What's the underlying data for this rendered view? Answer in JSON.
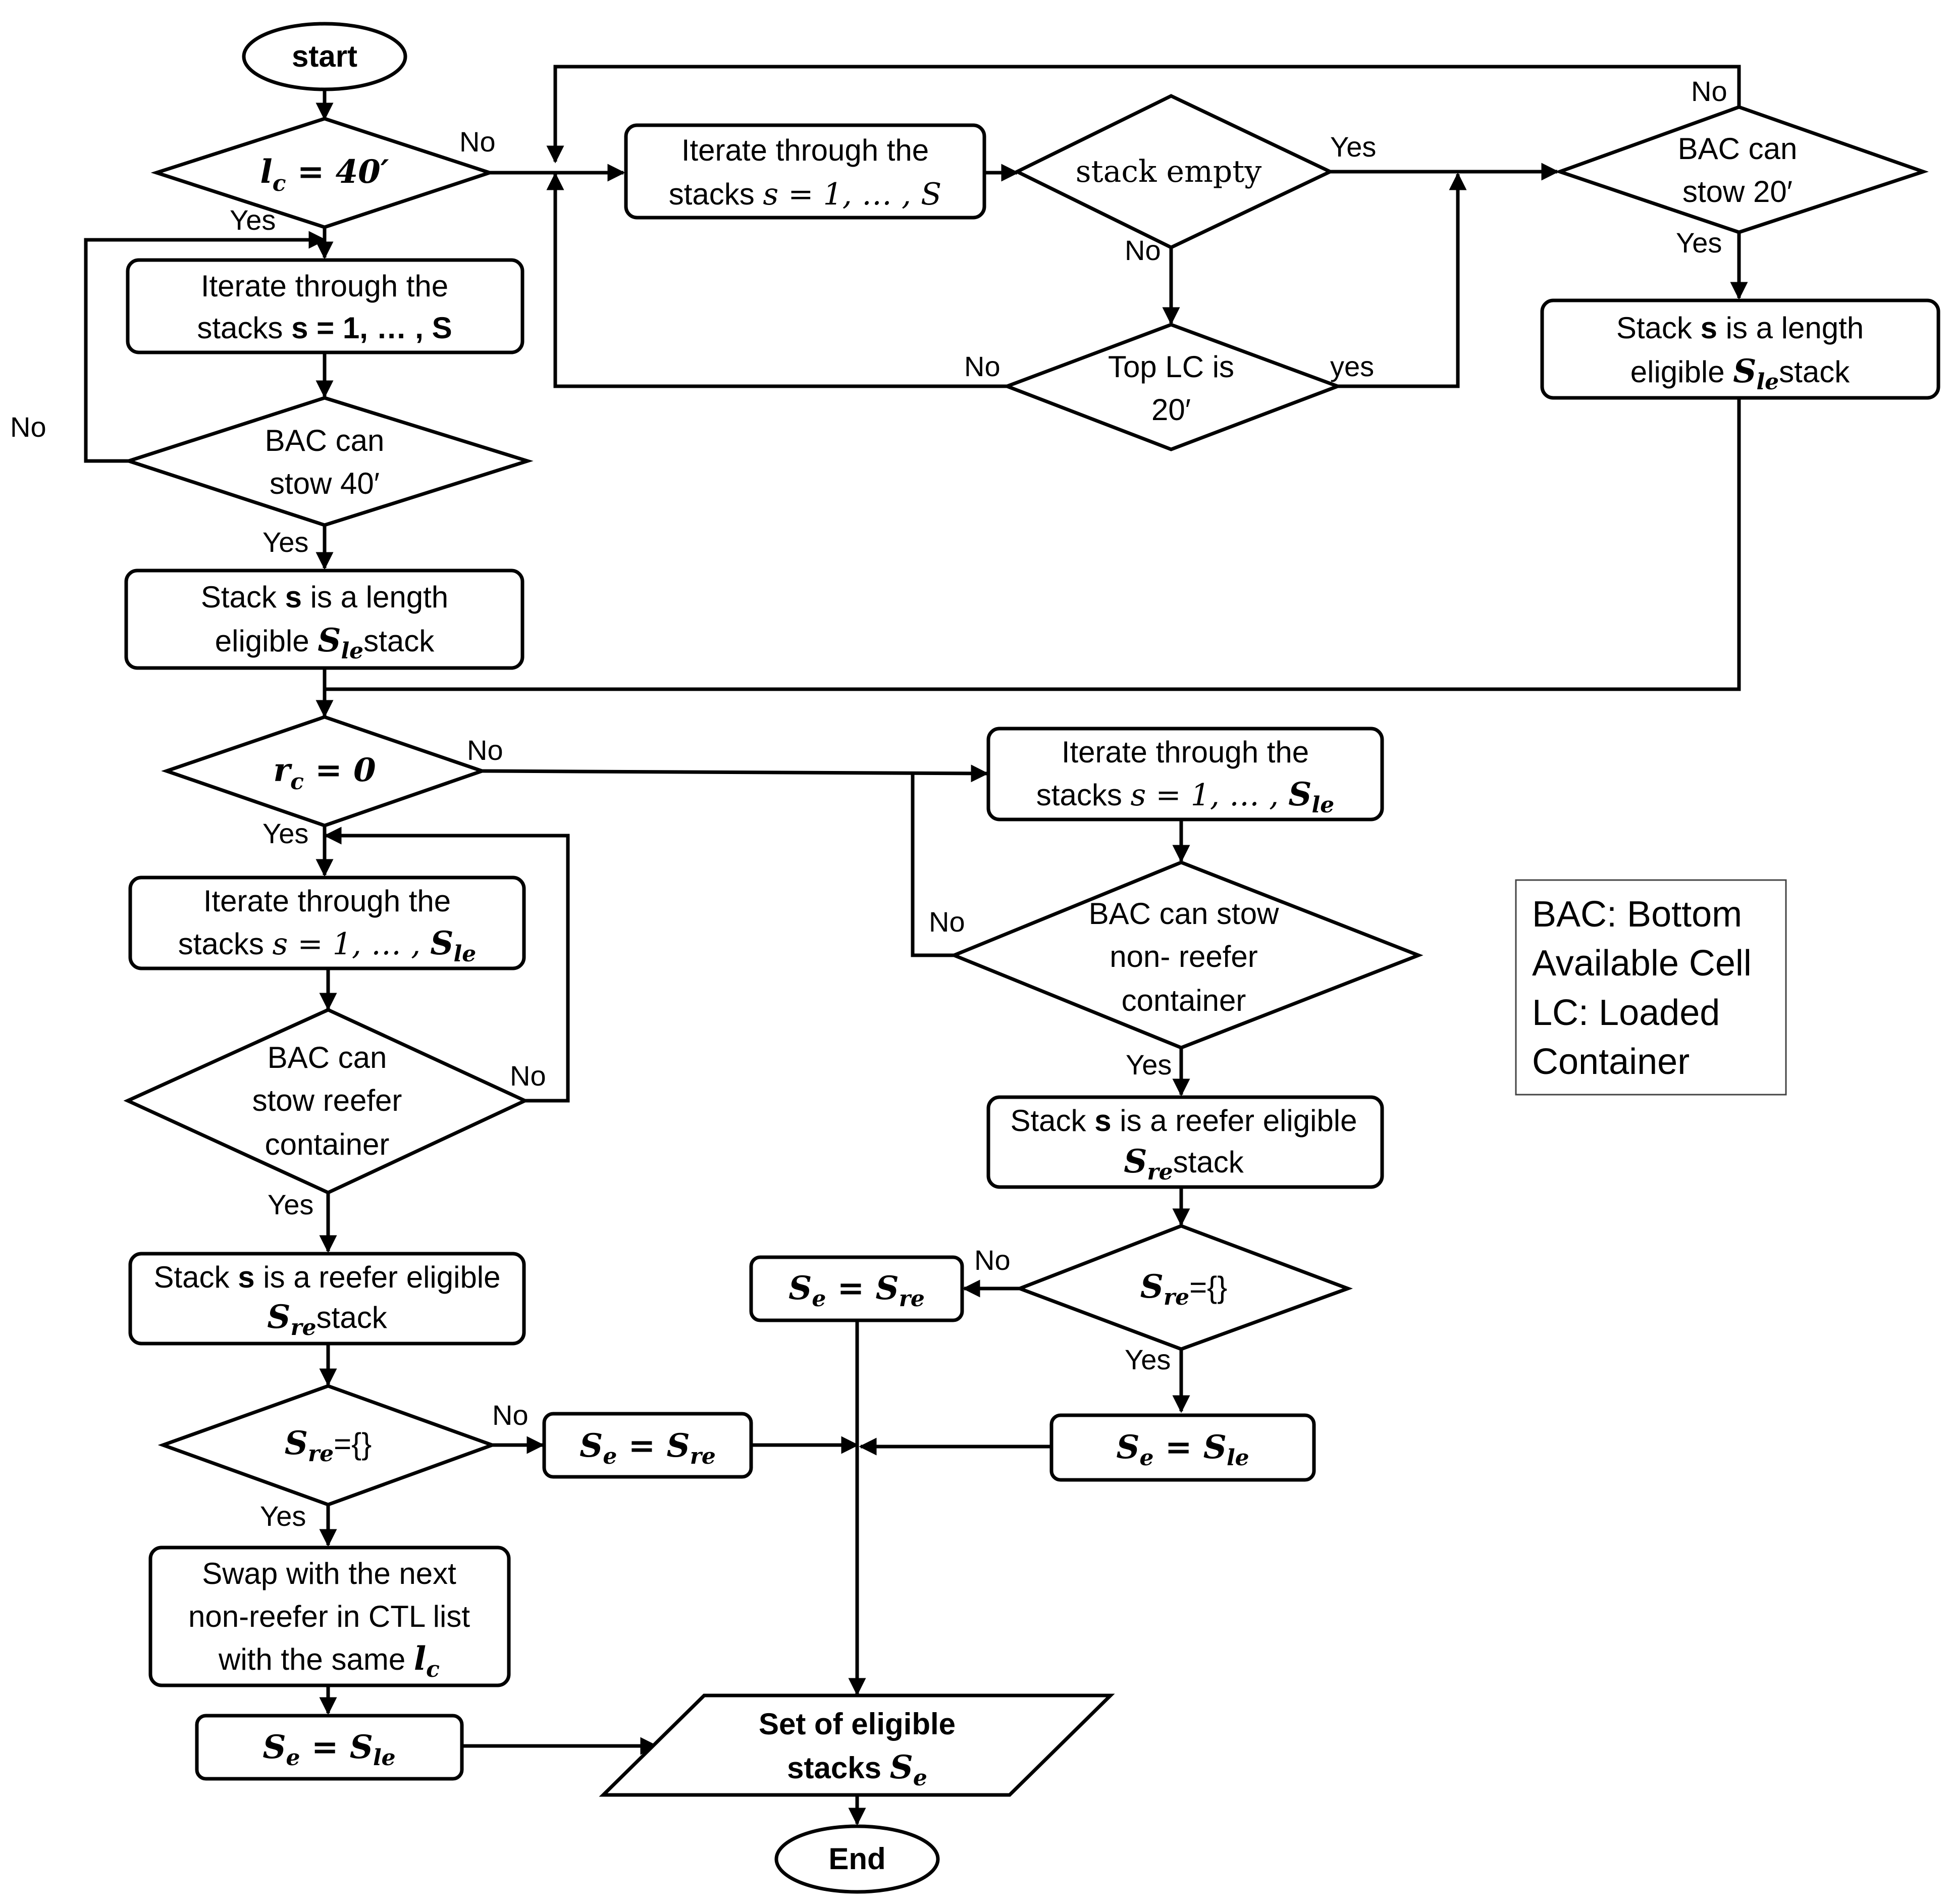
{
  "nodes": {
    "start": "start",
    "end": "End",
    "lc_40": {
      "var": "l",
      "sub": "c",
      "rest": " = 40′"
    },
    "iterate_S_left": {
      "line1": "Iterate through the",
      "line2a": "stacks ",
      "line2b": "s = 1, … , S"
    },
    "bac_40": {
      "line1": "BAC can",
      "line2": "stow 40′"
    },
    "len_eligible_left": {
      "line1a": "Stack ",
      "line1b": "s",
      "line1c": " is a length",
      "line2a": "eligible ",
      "line2b": "S",
      "line2sub": "le",
      "line2c": "stack"
    },
    "iterate_S_top": {
      "line1": "Iterate through the",
      "line2a": "stacks ",
      "line2b": "s = 1, … , S"
    },
    "stack_empty": "stack empty",
    "top_lc_20": {
      "line1": "Top LC is",
      "line2": "20′"
    },
    "bac_20": {
      "line1": "BAC can",
      "line2": "stow 20′"
    },
    "len_eligible_right": {
      "line1a": "Stack ",
      "line1b": "s",
      "line1c": " is a length",
      "line2a": "eligible ",
      "line2b": "S",
      "line2sub": "le",
      "line2c": "stack"
    },
    "rc_0": {
      "var": "r",
      "sub": "c",
      "rest": " = 0"
    },
    "iterate_Sle_left": {
      "line1": "Iterate through the",
      "line2a": "stacks ",
      "line2b": "s = 1, … , ",
      "line2c": "S",
      "line2sub": "le"
    },
    "bac_reefer": {
      "line1": "BAC can",
      "line2": "stow reefer",
      "line3": "container"
    },
    "reefer_eligible_left": {
      "line1a": "Stack ",
      "line1b": "s",
      "line1c": " is a reefer eligible",
      "line2b": "S",
      "line2sub": "re",
      "line2c": "stack"
    },
    "sre_empty_left": {
      "var": "S",
      "sub": "re",
      "rest": "={}"
    },
    "se_sre_left": {
      "lhs": "S",
      "lhs_sub": "e",
      "eq": " = ",
      "rhs": "S",
      "rhs_sub": "re"
    },
    "swap": {
      "line1": "Swap with the next",
      "line2": "non-reefer in CTL list",
      "line3a": "with the same ",
      "line3b": "l",
      "line3sub": "c"
    },
    "se_sle_left": {
      "lhs": "S",
      "lhs_sub": "e",
      "eq": " = ",
      "rhs": "S",
      "rhs_sub": "le"
    },
    "iterate_Sle_right": {
      "line1": "Iterate through the",
      "line2a": "stacks ",
      "line2b": "s = 1, … , ",
      "line2c": "S",
      "line2sub": "le"
    },
    "bac_nonreefer": {
      "line1": "BAC can stow",
      "line2": "non- reefer",
      "line3": "container"
    },
    "reefer_eligible_right": {
      "line1a": "Stack ",
      "line1b": "s",
      "line1c": " is a reefer eligible",
      "line2b": "S",
      "line2sub": "re",
      "line2c": "stack"
    },
    "sre_empty_right": {
      "var": "S",
      "sub": "re",
      "rest": "={}"
    },
    "se_sre_right": {
      "lhs": "S",
      "lhs_sub": "e",
      "eq": " = ",
      "rhs": "S",
      "rhs_sub": "re"
    },
    "se_sle_right": {
      "lhs": "S",
      "lhs_sub": "e",
      "eq": " = ",
      "rhs": "S",
      "rhs_sub": "le"
    },
    "output": {
      "line1": "Set of eligible",
      "line2a": "stacks ",
      "line2b": "S",
      "line2sub": "e"
    }
  },
  "edge_labels": {
    "lc_no": "No",
    "lc_yes": "Yes",
    "bac40_no": "No",
    "bac40_yes": "Yes",
    "top_no": "No",
    "empty_yes": "Yes",
    "empty_no": "No",
    "toplc_no": "No",
    "toplc_yes": "yes",
    "bac20_yes": "Yes",
    "rc_no": "No",
    "rc_yes": "Yes",
    "reefer_no": "No",
    "reefer_yes": "Yes",
    "nonreefer_no": "No",
    "nonreefer_yes": "Yes",
    "sre_left_no": "No",
    "sre_left_yes": "Yes",
    "sre_right_no": "No",
    "sre_right_yes": "Yes"
  },
  "legend": {
    "line1": "BAC: Bottom",
    "line2": "Available Cell",
    "line3": "LC: Loaded",
    "line4": "Container"
  }
}
